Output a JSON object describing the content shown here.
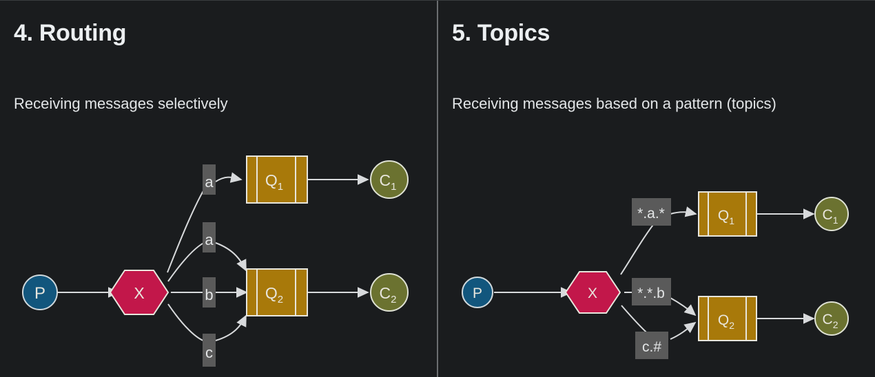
{
  "theme": {
    "background": "#1a1c1e",
    "divider": "#6b6e71",
    "title_color": "#eceff1",
    "subtitle_color": "#e2e5e7",
    "producer_fill": "#12567d",
    "producer_stroke": "#cfd8dc",
    "exchange_fill": "#c2174a",
    "exchange_stroke": "#e8e6dd",
    "queue_fill": "#a8790a",
    "queue_stroke": "#e8e6dd",
    "consumer_fill": "#6b7230",
    "consumer_stroke": "#dfe2d4",
    "edge_color": "#d8dadc",
    "binding_label_fill": "#5a5a5a",
    "binding_label_text": "#e3e5e6"
  },
  "panels": [
    {
      "id": "routing",
      "title": "4. Routing",
      "subtitle": "Receiving messages selectively",
      "nodes": {
        "producer": {
          "label": "P",
          "sub": ""
        },
        "exchange": {
          "label": "X"
        },
        "queues": [
          {
            "label": "Q",
            "sub": "1"
          },
          {
            "label": "Q",
            "sub": "2"
          }
        ],
        "consumers": [
          {
            "label": "C",
            "sub": "1"
          },
          {
            "label": "C",
            "sub": "2"
          }
        ]
      },
      "bindings": [
        {
          "key": "a",
          "from": "exchange",
          "to": "Q1"
        },
        {
          "key": "a",
          "from": "exchange",
          "to": "Q2"
        },
        {
          "key": "b",
          "from": "exchange",
          "to": "Q2"
        },
        {
          "key": "c",
          "from": "exchange",
          "to": "Q2"
        }
      ]
    },
    {
      "id": "topics",
      "title": "5. Topics",
      "subtitle": "Receiving messages based on a pattern (topics)",
      "nodes": {
        "producer": {
          "label": "P",
          "sub": ""
        },
        "exchange": {
          "label": "X"
        },
        "queues": [
          {
            "label": "Q",
            "sub": "1"
          },
          {
            "label": "Q",
            "sub": "2"
          }
        ],
        "consumers": [
          {
            "label": "C",
            "sub": "1"
          },
          {
            "label": "C",
            "sub": "2"
          }
        ]
      },
      "bindings": [
        {
          "key": "*.a.*",
          "from": "exchange",
          "to": "Q1"
        },
        {
          "key": "*.*.b",
          "from": "exchange",
          "to": "Q2"
        },
        {
          "key": "c.#",
          "from": "exchange",
          "to": "Q2"
        }
      ]
    }
  ]
}
